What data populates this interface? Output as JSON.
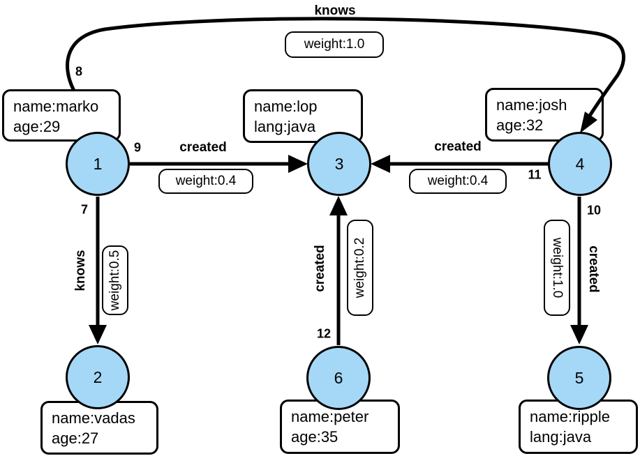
{
  "colors": {
    "node_fill": "#a5d8f7",
    "node_stroke": "#000000",
    "edge": "#000000",
    "box_fill": "#ffffff"
  },
  "nodes": [
    {
      "id": "1",
      "props": [
        "name:marko",
        "age:29"
      ]
    },
    {
      "id": "2",
      "props": [
        "name:vadas",
        "age:27"
      ]
    },
    {
      "id": "3",
      "props": [
        "name:lop",
        "lang:java"
      ]
    },
    {
      "id": "4",
      "props": [
        "name:josh",
        "age:32"
      ]
    },
    {
      "id": "5",
      "props": [
        "name:ripple",
        "lang:java"
      ]
    },
    {
      "id": "6",
      "props": [
        "name:peter",
        "age:35"
      ]
    }
  ],
  "edges": [
    {
      "id": "8",
      "label": "knows",
      "weight_label": "weight:1.0",
      "from": "1",
      "to": "4"
    },
    {
      "id": "9",
      "label": "created",
      "weight_label": "weight:0.4",
      "from": "1",
      "to": "3"
    },
    {
      "id": "7",
      "label": "knows",
      "weight_label": "weight:0.5",
      "from": "1",
      "to": "2"
    },
    {
      "id": "11",
      "label": "created",
      "weight_label": "weight:0.4",
      "from": "4",
      "to": "3"
    },
    {
      "id": "10",
      "label": "created",
      "weight_label": "weight:1.0",
      "from": "4",
      "to": "5"
    },
    {
      "id": "12",
      "label": "created",
      "weight_label": "weight:0.2",
      "from": "6",
      "to": "3"
    }
  ]
}
